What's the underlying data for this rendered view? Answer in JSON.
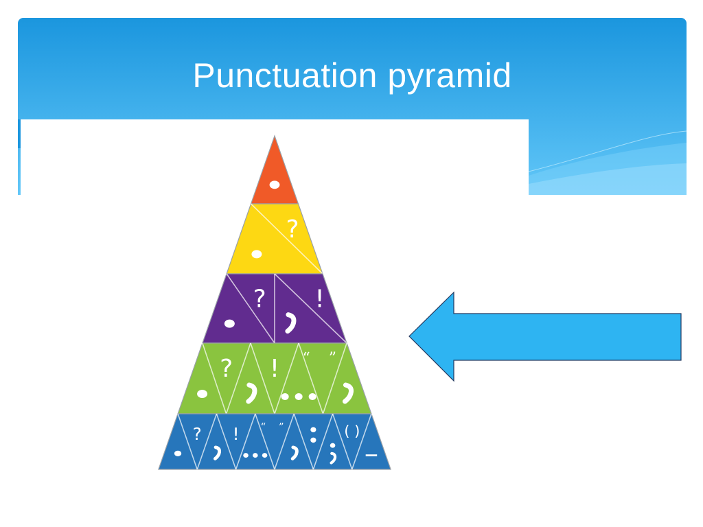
{
  "slide": {
    "title": "Punctuation pyramid"
  },
  "colors": {
    "header_top": "#1b96de",
    "header_bottom": "#62c7f8",
    "tier_1": "#f05a28",
    "tier_2": "#fdd813",
    "tier_3": "#612c8f",
    "tier_4": "#8ac43f",
    "tier_5": "#2776bb",
    "arrow": "#2eb4f2",
    "symbol": "#ffffff"
  },
  "pyramid": {
    "tiers": [
      {
        "name": "tier-1",
        "color_key": "tier_1",
        "symbols": [
          "."
        ]
      },
      {
        "name": "tier-2",
        "color_key": "tier_2",
        "symbols": [
          ".",
          "?"
        ]
      },
      {
        "name": "tier-3",
        "color_key": "tier_3",
        "symbols": [
          ".",
          "?",
          ",",
          "!"
        ]
      },
      {
        "name": "tier-4",
        "color_key": "tier_4",
        "symbols": [
          ".",
          "?",
          ",",
          "!",
          "...",
          "“ ”",
          ","
        ]
      },
      {
        "name": "tier-5",
        "color_key": "tier_5",
        "symbols": [
          ".",
          "?",
          ",",
          "!",
          "...",
          "“ ”",
          ",",
          ":",
          ";",
          "( )",
          "_"
        ]
      }
    ]
  },
  "arrow": {
    "icon": "left-arrow-icon",
    "direction": "left"
  }
}
